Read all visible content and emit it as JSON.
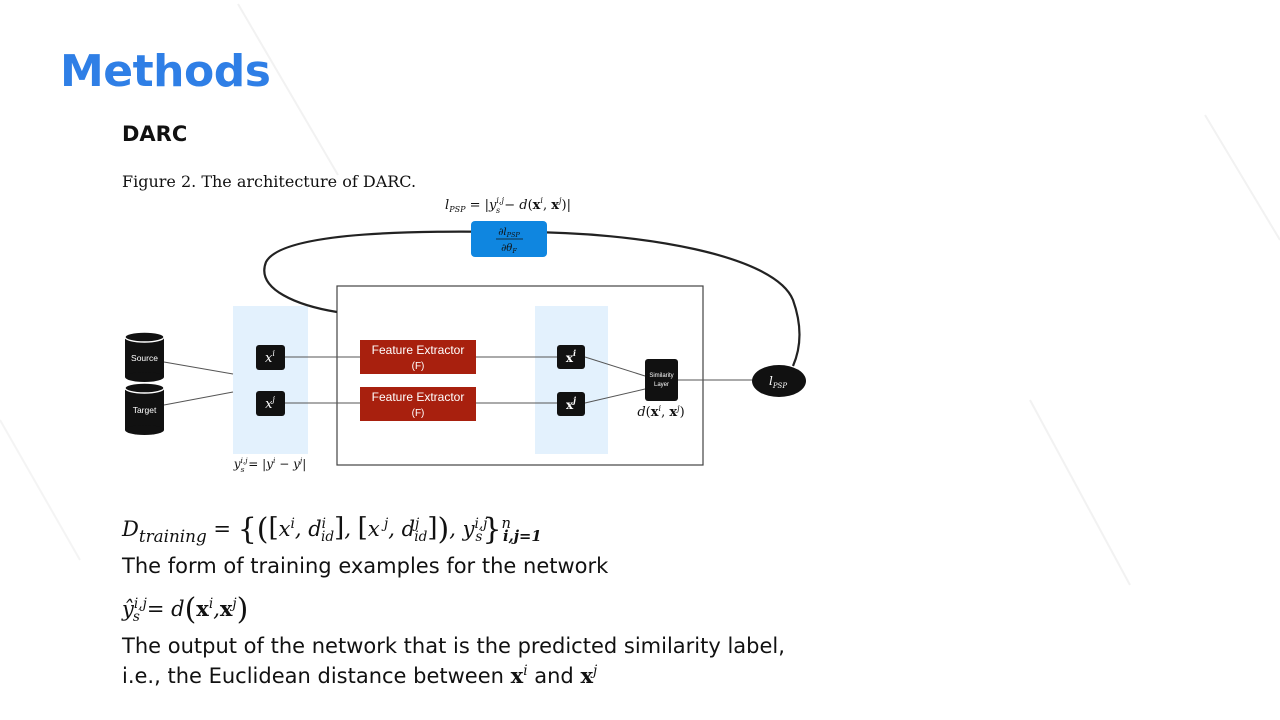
{
  "slide": {
    "title": "Methods",
    "subtitle": "DARC",
    "caption": "Figure 2. The architecture of DARC."
  },
  "diagram": {
    "loss_formula": "l_PSP = |y_s^{i,j} − d(x^i, x^j)|",
    "gradient_label": "∂l_PSP / ∂θ_F",
    "source_label": "Source",
    "target_label": "Target",
    "input_label_i": "x^i",
    "input_label_j": "x^j",
    "feature_extractor_label": "Feature Extractor",
    "feature_extractor_sub": "(F)",
    "embedding_label_i": "x^i",
    "embedding_label_j": "x^j",
    "similarity_layer_label": "Similarity Layer",
    "distance_label": "d(x^i, x^j)",
    "loss_node_label": "l_PSP",
    "label_formula": "y_s^{i,j} = |y^i − y^j|",
    "colors": {
      "gradient_box": "#0f86e0",
      "feature_extractor": "#a8200e",
      "highlight_panel": "#e3f1fd",
      "title": "#2f7fe6"
    }
  },
  "equations": {
    "training_set": "D_training = {(([x^i, d^i_id], [x^j, d^j_id]), y_s^{i,j})}_{i,j=1}^n",
    "prediction": "ŷ_s^{i,j} = d(x^i, x^j)"
  },
  "text": {
    "line1": "The form of training examples for the network",
    "line2": "The output of the network that is the predicted similarity label,",
    "line3_prefix": "i.e., the Euclidean distance between",
    "line3_and": "and"
  }
}
